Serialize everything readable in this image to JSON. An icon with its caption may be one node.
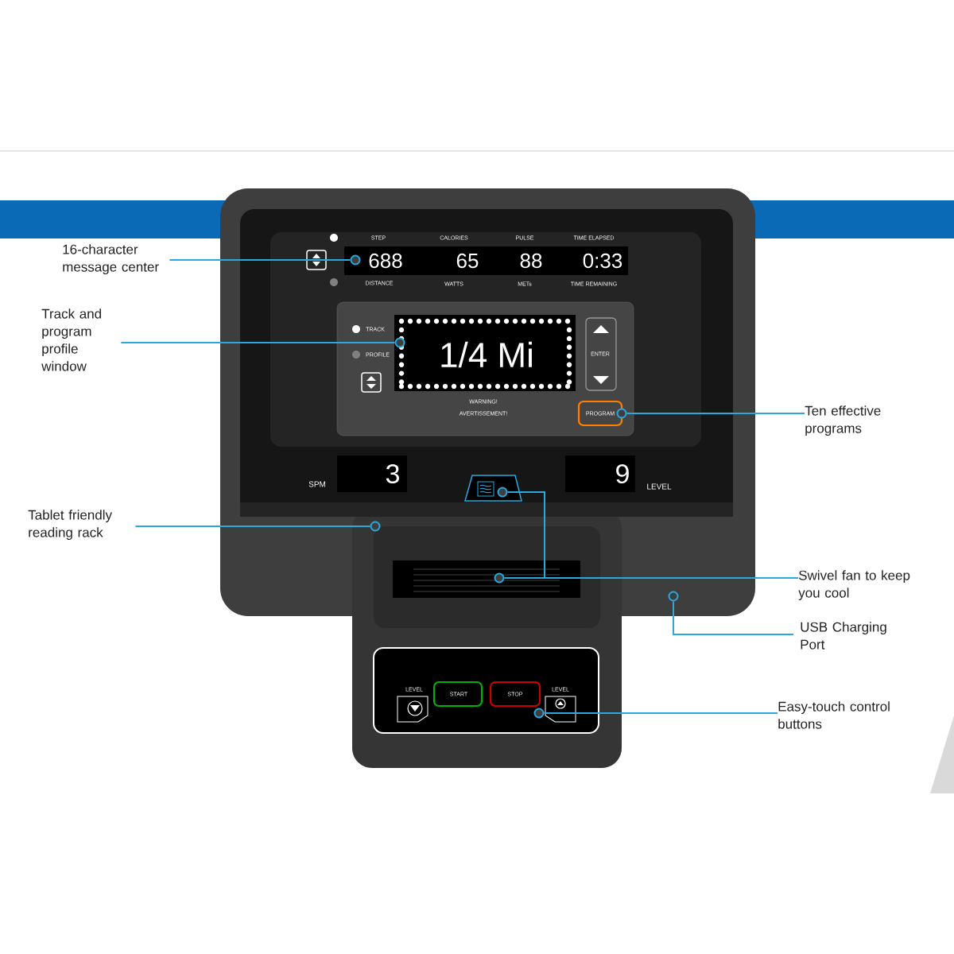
{
  "diagram": {
    "nodes": [
      {
        "text": [
          "16-character message center"
        ]
      },
      {
        "text": [
          "Track and program profile window"
        ]
      },
      {
        "text": [
          "Ten effective programs"
        ]
      },
      {
        "text": [
          "Tablet friendly reading rack"
        ]
      },
      {
        "text": [
          "Swivel fan to keep you cool"
        ]
      },
      {
        "text": [
          "USB Charging Port"
        ]
      },
      {
        "text": [
          "Easy-touch control buttons"
        ]
      },
      {
        "text": [],
        "shape": "circle"
      },
      {
        "text": [],
        "shape": "circle"
      },
      {
        "text": [],
        "shape": "circle"
      },
      {
        "text": [],
        "shape": "circle"
      },
      {
        "text": [],
        "shape": "circle"
      },
      {
        "text": [],
        "shape": "circle"
      },
      {
        "text": [],
        "shape": "circle"
      },
      {
        "text": [],
        "shape": "circle"
      }
    ],
    "edges": [
      {
        "from": 0,
        "to": 7,
        "arrow": "none"
      },
      {
        "from": 1,
        "to": 8,
        "arrow": "none"
      },
      {
        "from": 2,
        "to": 9,
        "arrow": "none"
      },
      {
        "from": 3,
        "to": 10,
        "arrow": "none"
      },
      {
        "from": 4,
        "to": 11,
        "arrow": "none"
      },
      {
        "from": 4,
        "to": 12,
        "arrow": "none"
      },
      {
        "from": 5,
        "to": 13,
        "arrow": "none"
      },
      {
        "from": 6,
        "to": 14,
        "arrow": "none"
      }
    ],
    "labels": [
      "STEP",
      "CALORIES",
      "PULSE",
      "TIME ELAPSED",
      "688",
      "65",
      "88",
      "0:33",
      "DISTANCE",
      "WATTS",
      "METs",
      "TIME REMAINING",
      "TRACK",
      "PROFILE",
      "1/4 Mi",
      "ENTER",
      "WARNING!",
      "AVERTISSEMENT!",
      "PROGRAM",
      "SPM",
      "3",
      "9",
      "LEVEL",
      "LEVEL",
      "START",
      "STOP",
      "LEVEL"
    ]
  }
}
